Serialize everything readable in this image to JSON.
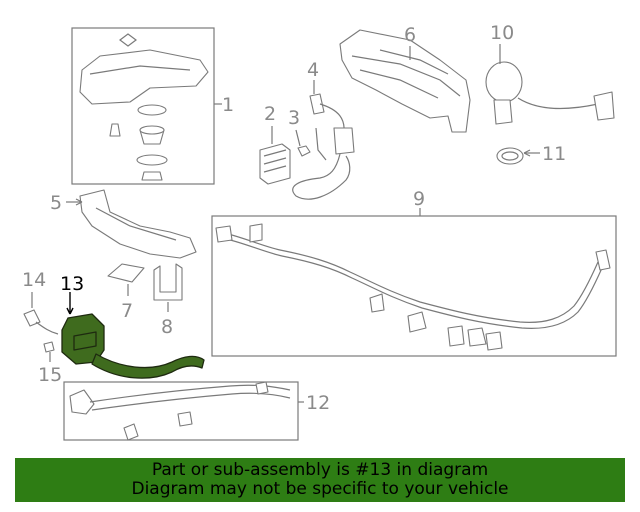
{
  "callouts": {
    "c1": "1",
    "c2": "2",
    "c3": "3",
    "c4": "4",
    "c5": "5",
    "c6": "6",
    "c7": "7",
    "c8": "8",
    "c9": "9",
    "c10": "10",
    "c11": "11",
    "c12": "12",
    "c13": "13",
    "c14": "14",
    "c15": "15"
  },
  "highlight": {
    "part": "13",
    "color": "#3f6b1e"
  },
  "banner": {
    "line1": "Part or sub-assembly is #13 in diagram",
    "line2": "Diagram may not be specific to your vehicle",
    "color": "#2e7d14"
  }
}
